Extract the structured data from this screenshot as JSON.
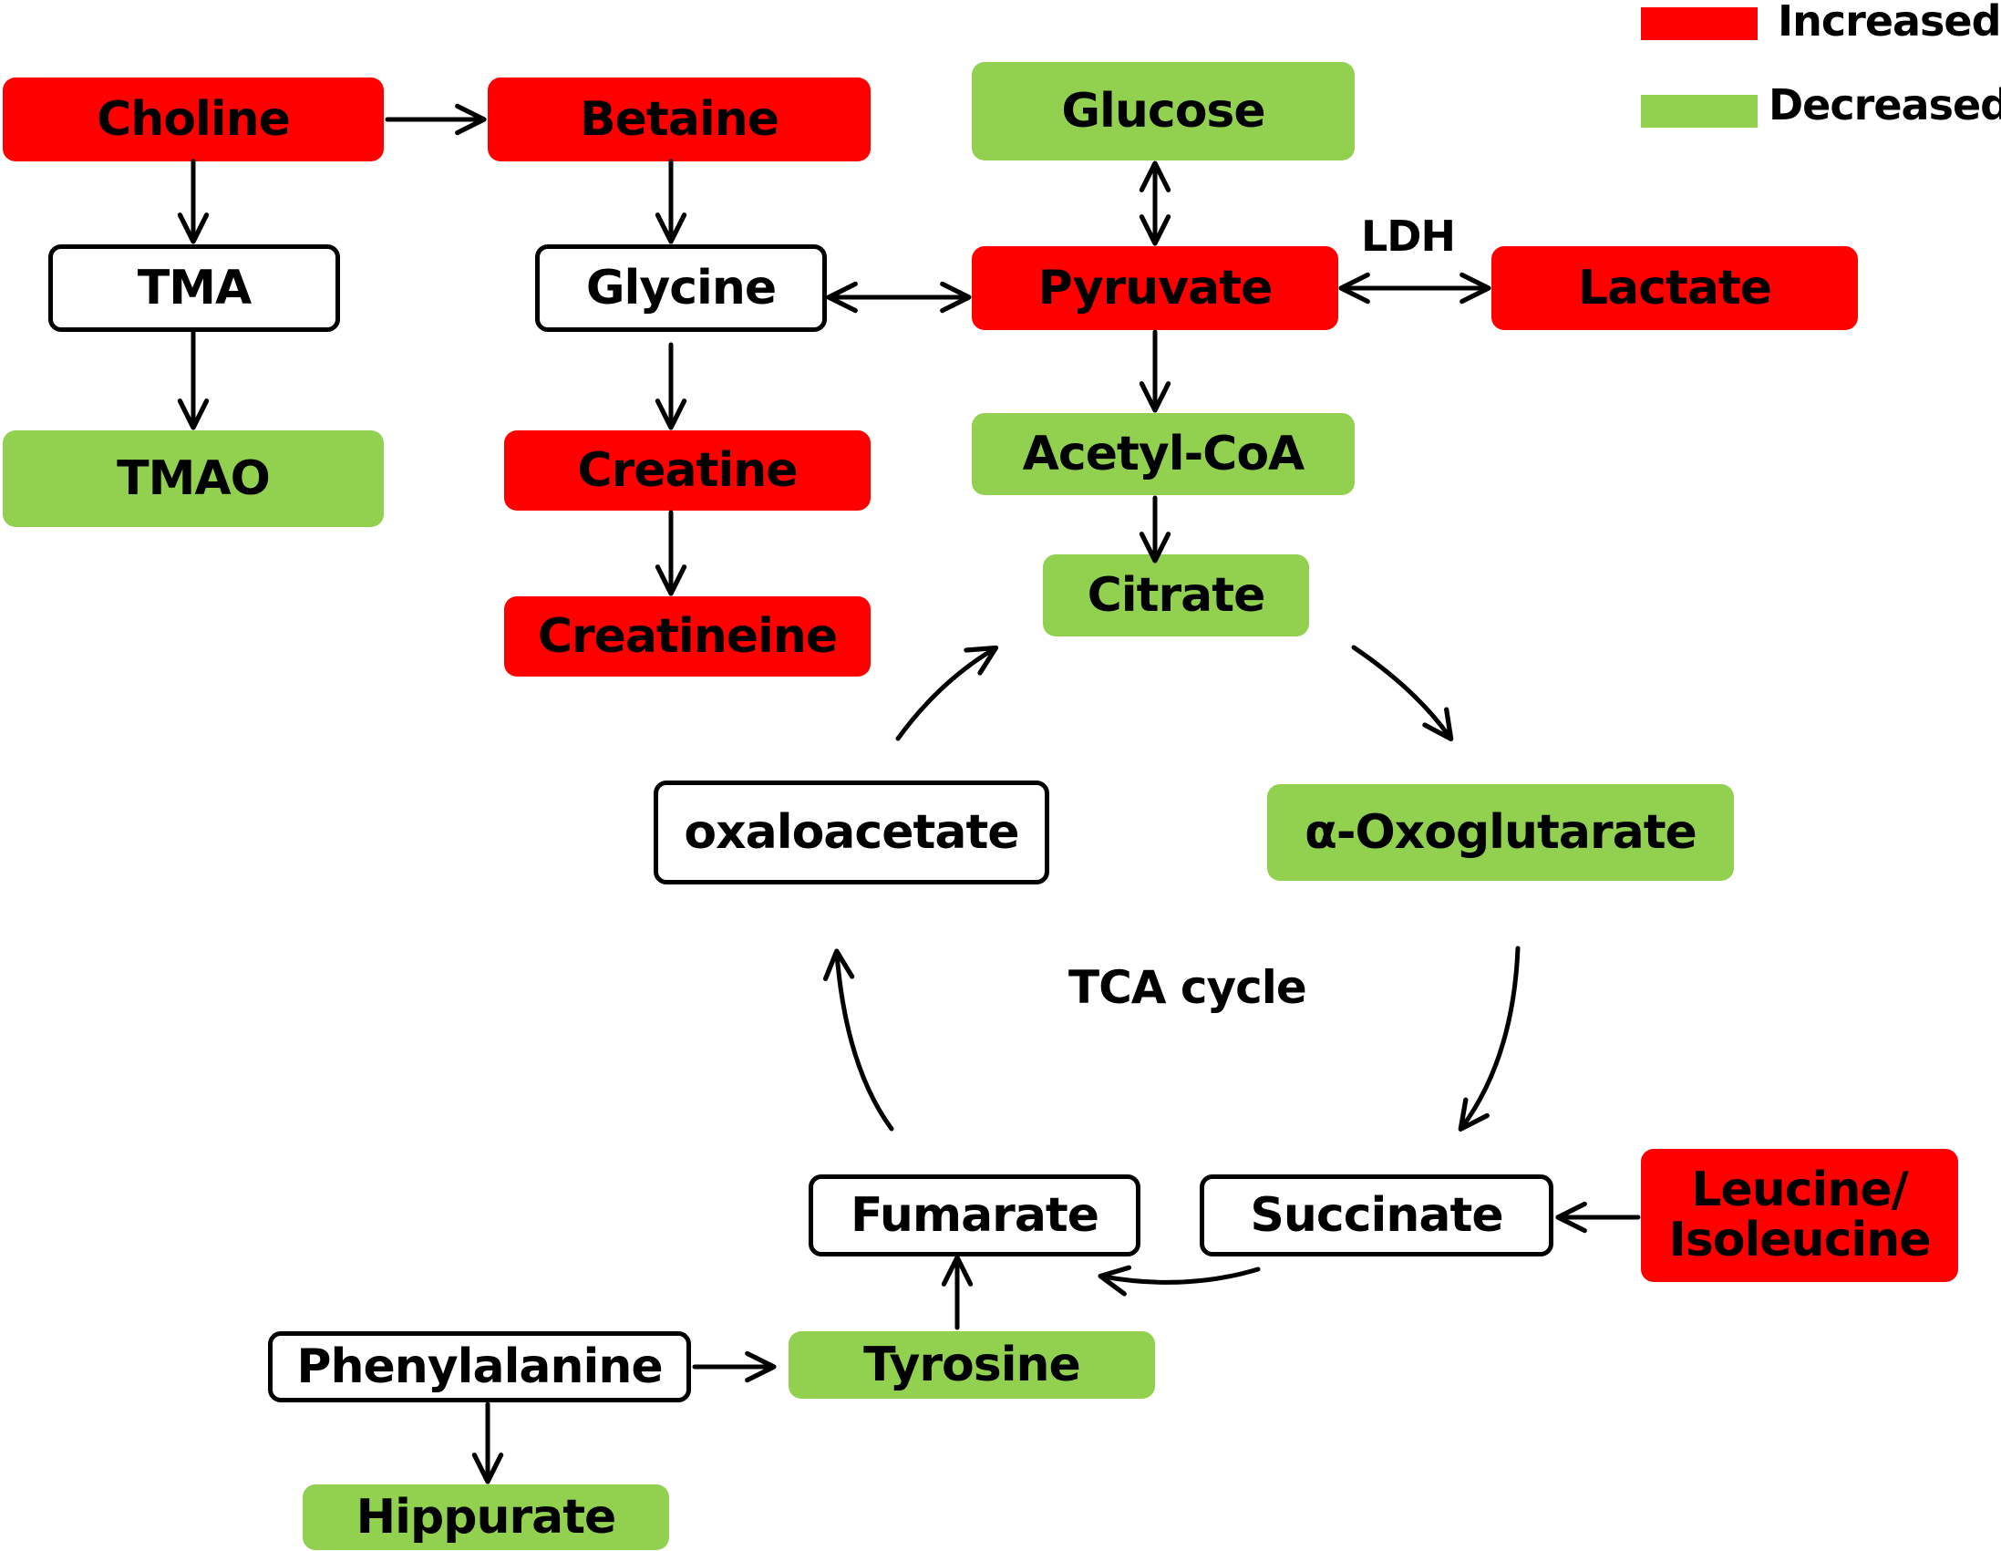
{
  "colors": {
    "increased": "#ff0000",
    "decreased": "#92d050",
    "unchanged": "#ffffff"
  },
  "legend": {
    "increased": "Increased",
    "decreased": "Decreased"
  },
  "nodes": {
    "choline": "Choline",
    "betaine": "Betaine",
    "glucose": "Glucose",
    "tma": "TMA",
    "glycine": "Glycine",
    "pyruvate": "Pyruvate",
    "lactate": "Lactate",
    "tmao": "TMAO",
    "creatine": "Creatine",
    "acetyl_coa": "Acetyl-CoA",
    "citrate": "Citrate",
    "creatineine": "Creatineine",
    "oxaloacetate": "oxaloacetate",
    "oxoglutarate": "α-Oxoglutarate",
    "fumarate": "Fumarate",
    "succinate": "Succinate",
    "leucine": "Leucine/\nIsoleucine",
    "phenylalanine": "Phenylalanine",
    "tyrosine": "Tyrosine",
    "hippurate": "Hippurate"
  },
  "status": {
    "choline": "increased",
    "betaine": "increased",
    "glucose": "decreased",
    "tma": "unchanged",
    "glycine": "unchanged",
    "pyruvate": "increased",
    "lactate": "increased",
    "tmao": "decreased",
    "creatine": "increased",
    "acetyl_coa": "decreased",
    "citrate": "decreased",
    "creatineine": "increased",
    "oxaloacetate": "unchanged",
    "oxoglutarate": "decreased",
    "fumarate": "unchanged",
    "succinate": "unchanged",
    "leucine": "increased",
    "phenylalanine": "unchanged",
    "tyrosine": "decreased",
    "hippurate": "decreased"
  },
  "labels": {
    "ldh": "LDH",
    "tca_cycle": "TCA cycle"
  }
}
